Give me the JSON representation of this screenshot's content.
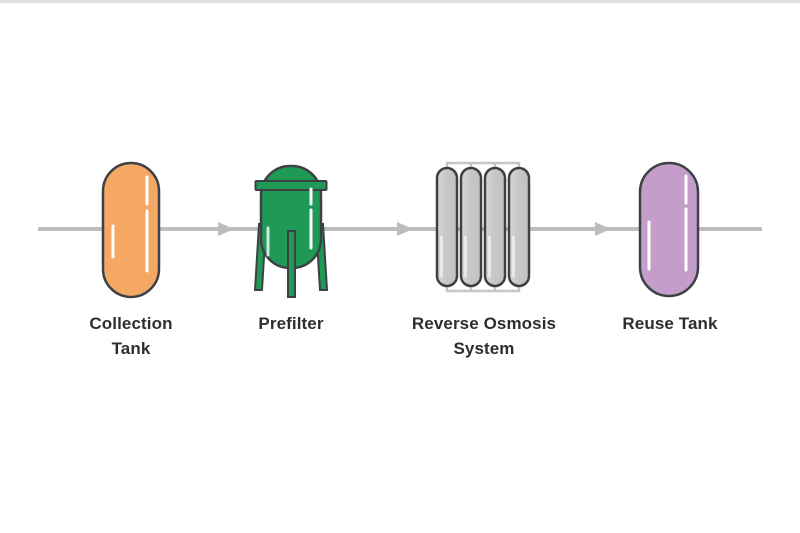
{
  "diagram": {
    "flow_line_color": "#BDBDBF",
    "outline_color": "#3E4144",
    "manifold_color": "#C6C6C6",
    "highlight_color": "#FFFFFF",
    "label_color": "#2E2E2E",
    "top_edge_color": "#D9D9DB",
    "stages": [
      {
        "id": "collection-tank",
        "icon": "capsule-tank-icon",
        "fill": "#F4A864",
        "label": "Collection\nTank"
      },
      {
        "id": "prefilter",
        "icon": "pressure-vessel-icon",
        "fill": "#1F9A56",
        "label": "Prefilter"
      },
      {
        "id": "reverse-osmosis-system",
        "icon": "membrane-tubes-icon",
        "fill": "#C8C8C9",
        "fill_light": "#D8D8D9",
        "fill_dark": "#C1C1C3",
        "label": "Reverse Osmosis\nSystem"
      },
      {
        "id": "reuse-tank",
        "icon": "capsule-tank-icon",
        "fill": "#C59DCB",
        "label": "Reuse Tank"
      }
    ]
  }
}
